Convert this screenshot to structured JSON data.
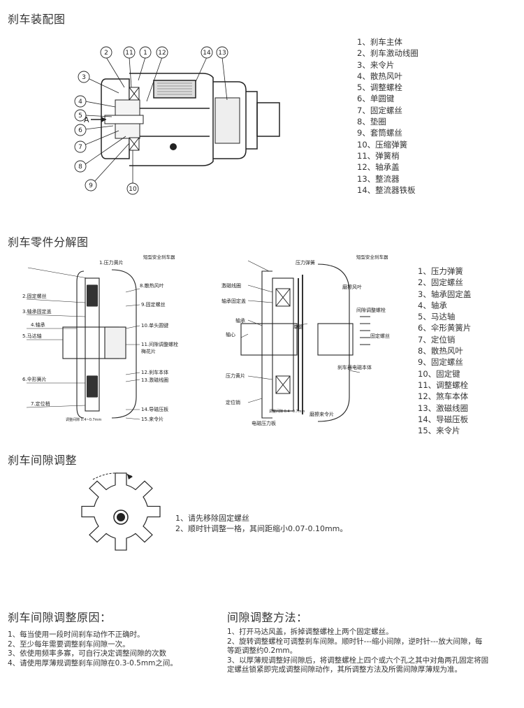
{
  "section1": {
    "title": "刹车装配图",
    "callouts": [
      "1",
      "2",
      "3",
      "4",
      "5",
      "6",
      "7",
      "8",
      "9",
      "10",
      "11",
      "12",
      "13",
      "14"
    ],
    "arrow_label": "A",
    "legend": [
      "1、刹车主体",
      "2、刹车激动线圈",
      "3、来令片",
      "4、散热风叶",
      "5、调整螺栓",
      "6、单圆键",
      "7、固定螺丝",
      "8、垫圈",
      "9、套筒螺丝",
      "10、压缩弹簧",
      "11、弹簧梢",
      "12、轴承盖",
      "13、整流器",
      "14、整流器铁板"
    ]
  },
  "section2": {
    "title": "刹车零件分解图",
    "left_diagram": {
      "header": "短型安全刹车器",
      "labels": [
        "1.压力黄片",
        "2.固定螺丝",
        "3.轴承固定盖",
        "4.轴承",
        "5.马达轴",
        "6.伞形簧片",
        "7.定位梢",
        "8.散热风叶",
        "9.固定螺丝",
        "10.单头圆键",
        "11.间隙调整螺栓",
        "梅花片",
        "12.刹车本体",
        "13.激磁线圈",
        "14.导磁压板",
        "15.来令片"
      ],
      "gap_note": "调整间隙 0.4~0.7mm"
    },
    "right_diagram": {
      "header": "短型安全刹车器",
      "labels": [
        "压力弹簧",
        "激磁线圈",
        "轴承固定盖",
        "轴承",
        "轴心",
        "单键",
        "磨擦风叶",
        "间隙调整螺栓",
        "固定螺丝",
        "刹车器电磁本体",
        "压力黄片",
        "定位销",
        "电磁压力板",
        "磨擦来令片"
      ],
      "gap_note": "调整间隙 0.4~0.7mm"
    },
    "legend": [
      "1、压力弹簧",
      "2、固定螺丝",
      "3、轴承固定盖",
      "4、轴承",
      "5、马达轴",
      "6、伞形黄簧片",
      "7、定位销",
      "8、散热风叶",
      "9、固定螺丝",
      "10、固定键",
      "11、调整螺栓",
      "12、煞车本体",
      "13、激磁线圈",
      "14、导磁压板",
      "15、来令片"
    ]
  },
  "section3": {
    "title": "刹车间隙调整",
    "steps": [
      "1、请先移除固定螺丝",
      "2、顺时针调整一格，其间距缩小0.07-0.10mm。"
    ]
  },
  "section4": {
    "title": "刹车间隙调整原因：",
    "items": [
      "1、每当使用一段时间刹车动作不正确时。",
      "2、至少每年需要调整刹车间隙一次。",
      "3、依使用频率多寡，可自行决定调整间隙的次数",
      "4、请使用厚薄规调整刹车间隙在0.3-0.5mm之间。"
    ]
  },
  "section5": {
    "title": "间隙调整方法：",
    "items": [
      "1、打开马达风盖，拆掉调整螺栓上两个固定螺丝。",
      "2、旋转调整螺栓可调整刹车间隙。顺时针---缩小间隙，逆时针---放大间隙，每等距调整约0.2mm。",
      "3、以厚薄规调整好间隙后，将调整螺栓上四个或六个孔之其中对角两孔固定将固定螺丝锁紧即完成调整间隙动作，其所调整方法及所需间隙厚薄规为准。"
    ]
  }
}
